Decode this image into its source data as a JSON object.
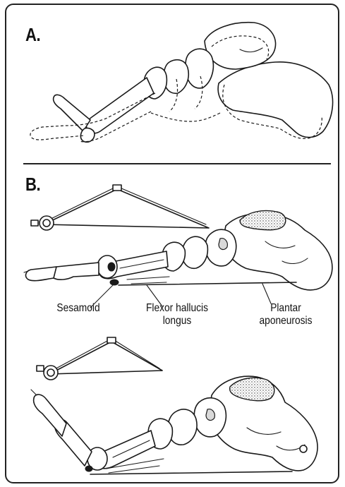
{
  "panels": {
    "a_label": "A.",
    "b_label": "B."
  },
  "labels": {
    "sesamoid": "Sesamoid",
    "flexor_line1": "Flexor hallucis",
    "flexor_line2": "longus",
    "plantar_line1": "Plantar",
    "plantar_line2": "aponeurosis"
  }
}
